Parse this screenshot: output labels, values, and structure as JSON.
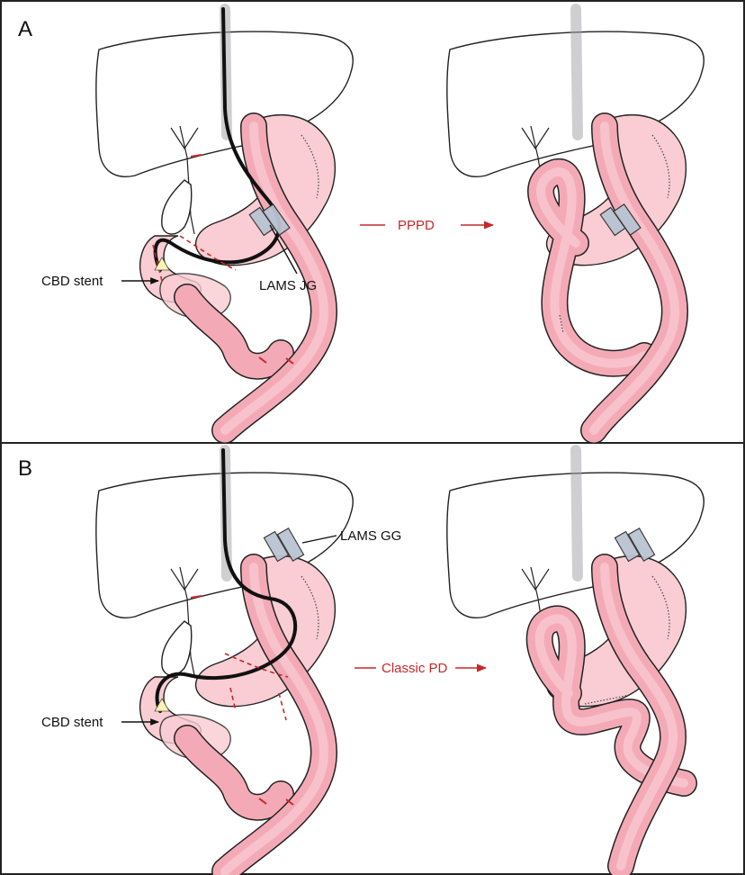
{
  "panels": [
    {
      "letter": "A",
      "left_labels": [
        "CBD stent",
        "LAMS JG"
      ],
      "procedure": "PPPD"
    },
    {
      "letter": "B",
      "left_labels": [
        "CBD stent",
        "LAMS GG"
      ],
      "procedure": "Classic PD"
    }
  ],
  "colors": {
    "border": "#222222",
    "tissue_pink": "#f9cdd3",
    "bowel_pink": "#f4aab6",
    "procedure_red": "#c62828",
    "stent_blue_gray": "#b9c4d2"
  }
}
